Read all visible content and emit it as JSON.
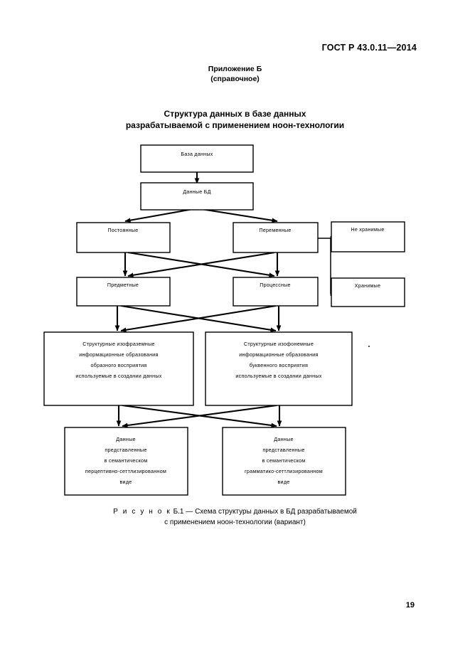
{
  "document": {
    "standard_header": "ГОСТ Р 43.0.11—2014",
    "page_number": "19",
    "appendix": {
      "label": "Приложение Б",
      "kind": "(справочное)"
    },
    "title": {
      "line1": "Структура данных в базе данных",
      "line2": "разрабатываемой с применением ноон-технологии"
    },
    "caption": {
      "figure_label": "Р и с у н о к",
      "figure_number": "Б.1",
      "dash": "—",
      "text_line1": "Схема структуры данных в БД разрабатываемой",
      "text_line2": "с применением ноон-технологии (вариант)"
    }
  },
  "diagram": {
    "type": "flowchart",
    "nodes": {
      "database": {
        "label": "База данных"
      },
      "db_data": {
        "label": "Данные БД"
      },
      "constant": {
        "label": "Постоянные"
      },
      "variable": {
        "label": "Переменные"
      },
      "not_stored": {
        "label": "Не хранимые"
      },
      "subject": {
        "label": "Предметные"
      },
      "process": {
        "label": "Процессные"
      },
      "stored": {
        "label": "Хранимые"
      },
      "izofrazem": {
        "line1": "Структурные изофраземные",
        "line2": "информационные образования",
        "line3": "образного восприятия",
        "line4": "используемые в создании данных"
      },
      "izofonem": {
        "line1": "Структурные изофонемные",
        "line2": "информационные образования",
        "line3": "буквенного восприятия",
        "line4": "используемые в создании данных"
      },
      "perceptive": {
        "line1": "Данные",
        "line2": "представленные",
        "line3": "в семантическом",
        "line4": "перцептивно-сеттлизированном",
        "line5": "виде"
      },
      "grammatical": {
        "line1": "Данные",
        "line2": "представленные",
        "line3": "в семантическом",
        "line4": "грамматико-сеттлизированном",
        "line5": "виде"
      }
    },
    "colors": {
      "line": "#000000",
      "box_fill": "#ffffff",
      "text": "#000000"
    }
  }
}
